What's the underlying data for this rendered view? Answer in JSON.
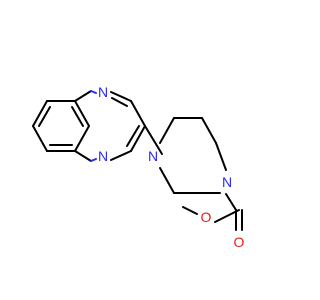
{
  "molecule": {
    "atoms": {
      "n_quinox_top": "N",
      "n_quinox_bottom": "N",
      "n_pip_left": "N",
      "n_pip_right": "N",
      "o_carbonyl": "O",
      "o_ester": "O"
    },
    "colors": {
      "bond": "#000000",
      "nitrogen": "#2a2af0",
      "oxygen": "#e8201a",
      "background": "#ffffff"
    }
  }
}
